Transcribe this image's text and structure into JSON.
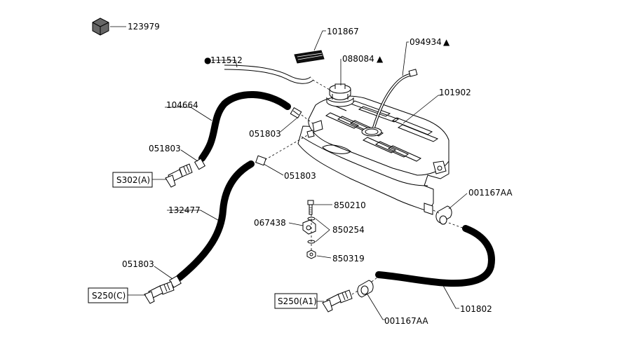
{
  "labels": {
    "p123979": "123979",
    "p101867": "101867",
    "p111512": "111512",
    "p088084": "088084",
    "p094934": "094934",
    "p101902": "101902",
    "p104664": "104664",
    "p051803_a": "051803",
    "p051803_b": "051803",
    "p051803_c": "051803",
    "p051803_d": "051803",
    "p001167AA_top": "001167AA",
    "p132477": "132477",
    "p850210": "850210",
    "p067438": "067438",
    "p850254": "850254",
    "p850319": "850319",
    "p101802": "101802",
    "p001167AA_bottom": "001167AA"
  },
  "refs": {
    "s302a": "S302(A)",
    "s250c": "S250(C)",
    "s250a1": "S250(A1)"
  },
  "symbols": {
    "dot": "●",
    "triangle": "▲"
  }
}
